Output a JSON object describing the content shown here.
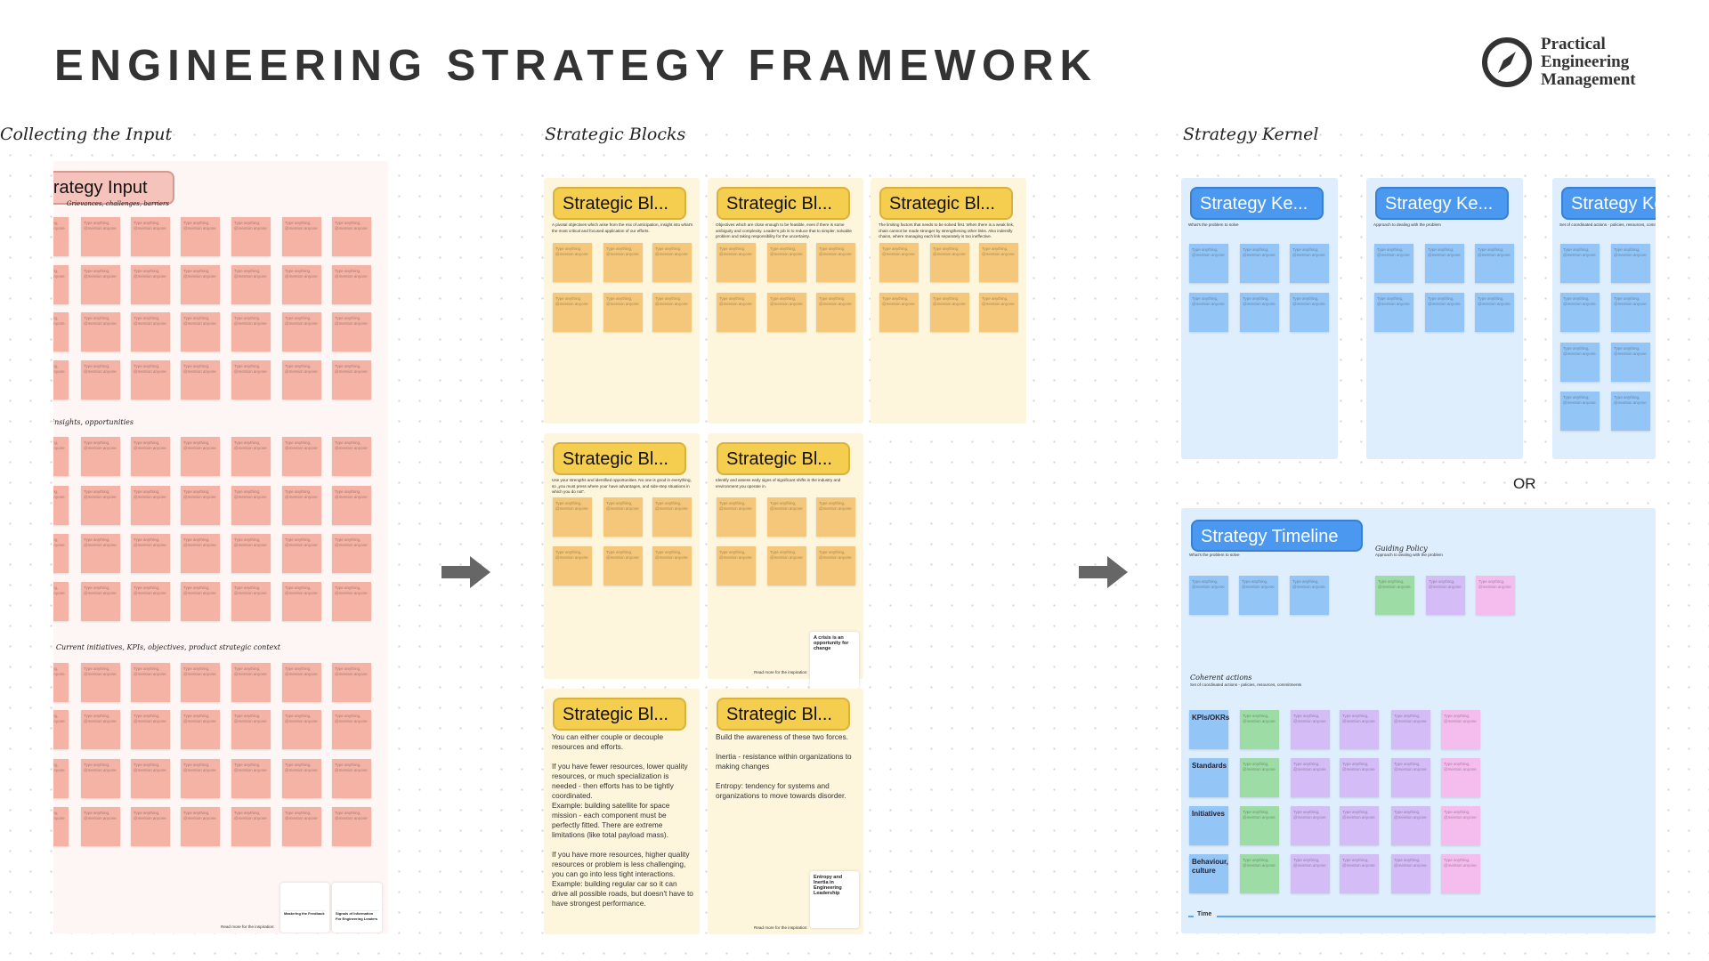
{
  "title": "ENGINEERING STRATEGY FRAMEWORK",
  "logo": {
    "line1": "Practical",
    "line2": "Engineering",
    "line3": "Management",
    "icon": "compass-icon"
  },
  "sticky_placeholder": "Type anything, @mention anyone",
  "sections": {
    "input": "Collecting the Input",
    "blocks": "Strategic Blocks",
    "kernel": "Strategy Kernel"
  },
  "input_panel": {
    "pill": "Strategy Input",
    "groups": [
      "Grievances, challenges, barriers",
      "Strengths, insights, opportunities",
      "Current initiatives, KPIs, objectives, product strategic context"
    ],
    "read_more": "Read more for the inspiration:",
    "cards": [
      "Mastering the Feedback",
      "Signals of Information For Engineering Leaders"
    ]
  },
  "blocks": [
    {
      "pill": "Strategic Bl...",
      "desc": "A pivotal objectives which arise from the mix of anticipation, insight into what's the most critical and focused application of our efforts."
    },
    {
      "pill": "Strategic Bl...",
      "desc": "Objectives which are close enough to be feasible, even if there is some ambiguity and complexity. Leader's job is to reduce that to simpler, solvable problem and taking responsibility for the uncertainty."
    },
    {
      "pill": "Strategic Bl...",
      "desc": "The limiting factors that needs to be solved first. When there is a weak link, chain cannot be made stronger by strengthening other links. Also indentify chains, where managing each link separately is too ineffective."
    },
    {
      "pill": "Strategic Bl...",
      "desc": "Use your strengths and identified opportunities. No one is good in everything, so „you must press where your have advantages, and side-step situations in which you do not\"."
    },
    {
      "pill": "Strategic Bl...",
      "desc": "Identify and assess early signs of significant shifts in the industry and environment you operate in.",
      "read_more": "Read more for the inspiration:",
      "card": "A crisis is an opportunity for change"
    },
    {
      "pill": "Strategic Bl...",
      "text": "You can either couple or decouple resources and efforts.\n\nIf you have fewer resources, lower quality resources, or much specialization is needed - then efforts has to be tightly coordinated.\nExample: building satellite for space mission - each component must be perfectly fitted. There are extreme limitations (like total payload mass).\n\nIf you have more resources, higher quality resources or problem is less challenging, you can go into less tight interactions.\nExample: building regular car so it can drive all possible roads, but doesn't have to have strongest performance."
    },
    {
      "pill": "Strategic Bl...",
      "text": "Build the awareness of these two forces.\n\nInertia - resistance within organizations to making changes\n\nEntropy: tendency for systems and organizations to move towards disorder.",
      "read_more": "Read more for the inspiration:",
      "card": "Entropy and Inertia in Engineering Leadership"
    }
  ],
  "kernels": [
    {
      "pill": "Strategy Ke...",
      "desc": "What's the problem to solve"
    },
    {
      "pill": "Strategy Ke...",
      "desc": "Approach to dealing with the problem"
    },
    {
      "pill": "Strategy Kernel",
      "desc": "Set of coordinated actions - policies, resources, commitments"
    }
  ],
  "or_label": "OR",
  "timeline": {
    "pill": "Strategy Timeline",
    "diagnosis_desc": "What's the problem to solve",
    "guiding_policy": "Guiding Policy",
    "guiding_desc": "Approach to dealing with the problem",
    "coherent_actions": "Coherent actions",
    "coherent_desc": "Set of coordinated actions - policies, resources, commitments",
    "rows": [
      "KPIs/OKRs",
      "Standards",
      "Initiatives",
      "Behaviour, culture"
    ],
    "time_label": "Time"
  },
  "colors": {
    "input": "#f5b3a6",
    "blocks": "#f5c77a",
    "kernel": "#93c5f7",
    "yellow_pill": "#f5cd4f",
    "blue_pill": "#4a98f0"
  }
}
